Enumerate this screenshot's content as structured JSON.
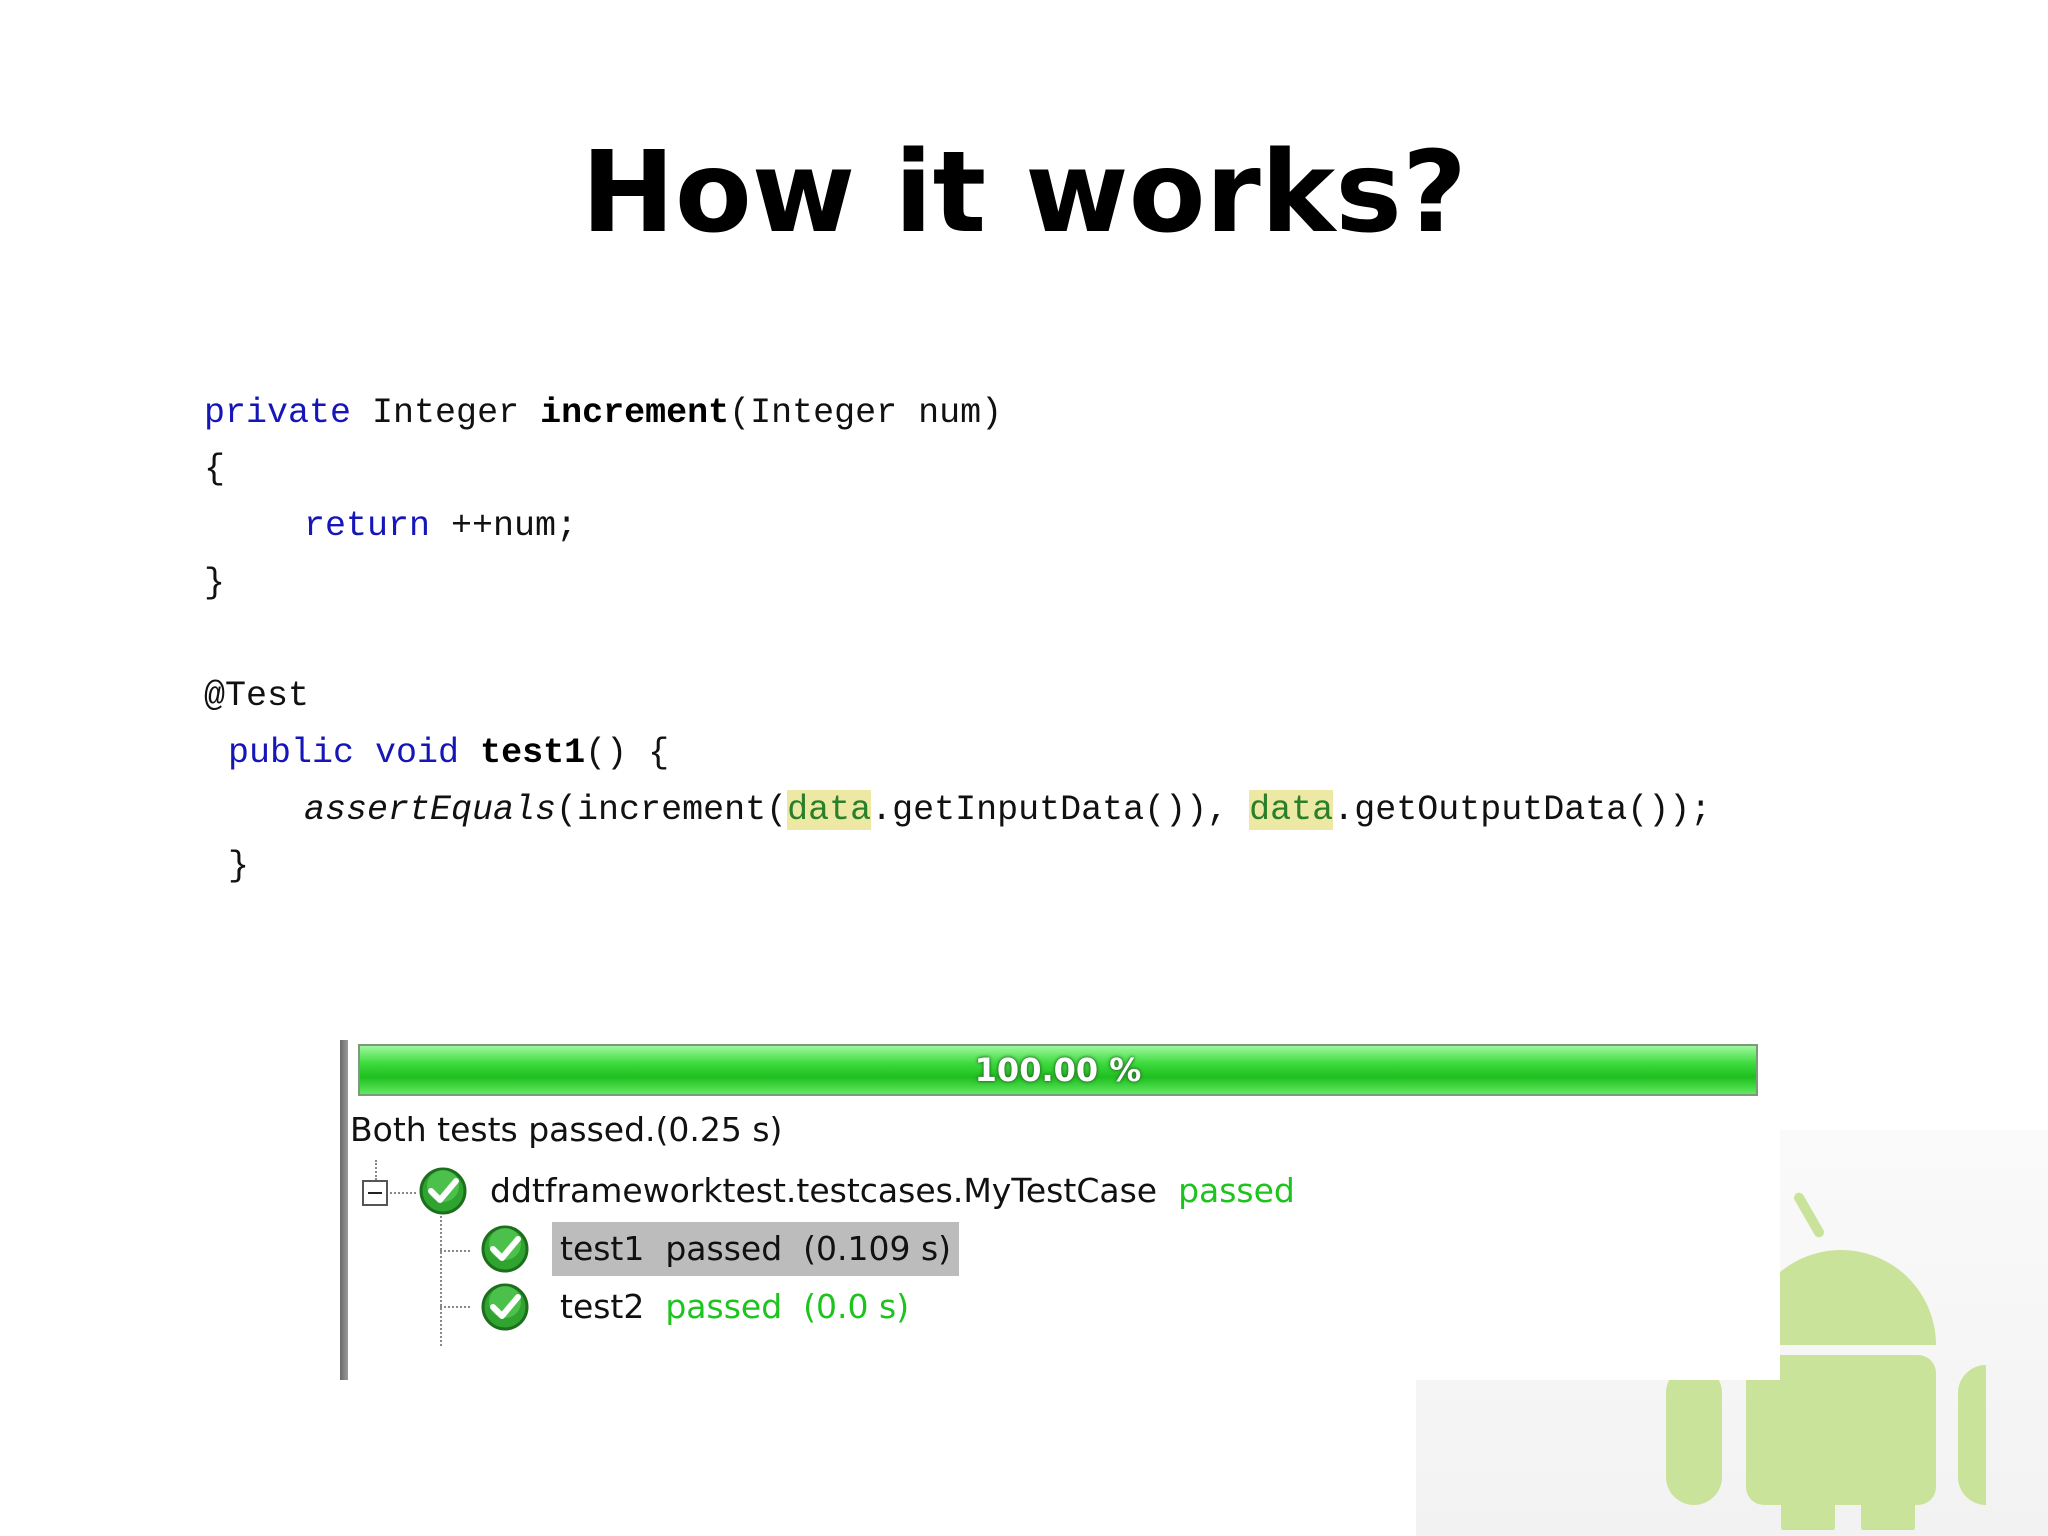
{
  "slide": {
    "title": "How it works?"
  },
  "code": {
    "line1": {
      "kw_private": "private",
      "type1": "Integer",
      "method": "increment",
      "params": "(Integer num)"
    },
    "line2": "{",
    "line3": {
      "kw_return": "return",
      "expr": "++num;"
    },
    "line4": "}",
    "line5": "@Test",
    "line6": {
      "kw_public": "public",
      "kw_void": "void",
      "method": "test1",
      "rest": "() {"
    },
    "line7": {
      "assert": "assertEquals",
      "part1": "(increment(",
      "data1": "data",
      "part2": ".getInputData()), ",
      "data2": "data",
      "part3": ".getOutputData());"
    },
    "line8": "}"
  },
  "runner": {
    "progress_label": "100.00 %",
    "progress_percent": 100,
    "summary": "Both tests passed.(0.25 s)",
    "suite": {
      "name": "ddtframeworktest.testcases.MyTestCase",
      "status": "passed"
    },
    "tests": [
      {
        "name": "test1",
        "status": "passed",
        "time": "(0.109 s)"
      },
      {
        "name": "test2",
        "status": "passed",
        "time": "(0.0 s)"
      }
    ]
  },
  "colors": {
    "keyword": "#1515b8",
    "passed": "#1dc41d",
    "highlight": "#ede9a4",
    "android": "#c9e39a"
  },
  "icons": {
    "check": "check-circle-icon",
    "collapse": "collapse-minus-icon",
    "android": "android-robot-icon"
  }
}
